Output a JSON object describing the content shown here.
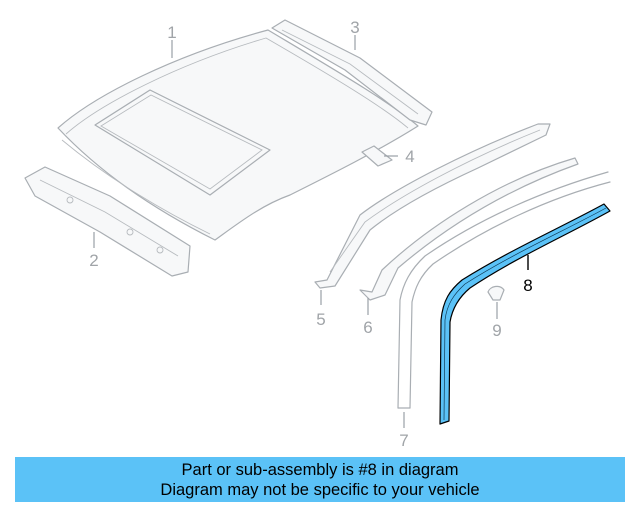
{
  "diagram": {
    "callouts": {
      "c1": "1",
      "c2": "2",
      "c3": "3",
      "c4": "4",
      "c5": "5",
      "c6": "6",
      "c7": "7",
      "c8": "8",
      "c9": "9"
    },
    "highlighted_part": "8",
    "highlight_color": "#5bc2f7"
  },
  "banner": {
    "line1": "Part or sub-assembly is #8 in diagram",
    "line2": "Diagram may not be specific to your vehicle",
    "background": "#5bc2f7"
  }
}
